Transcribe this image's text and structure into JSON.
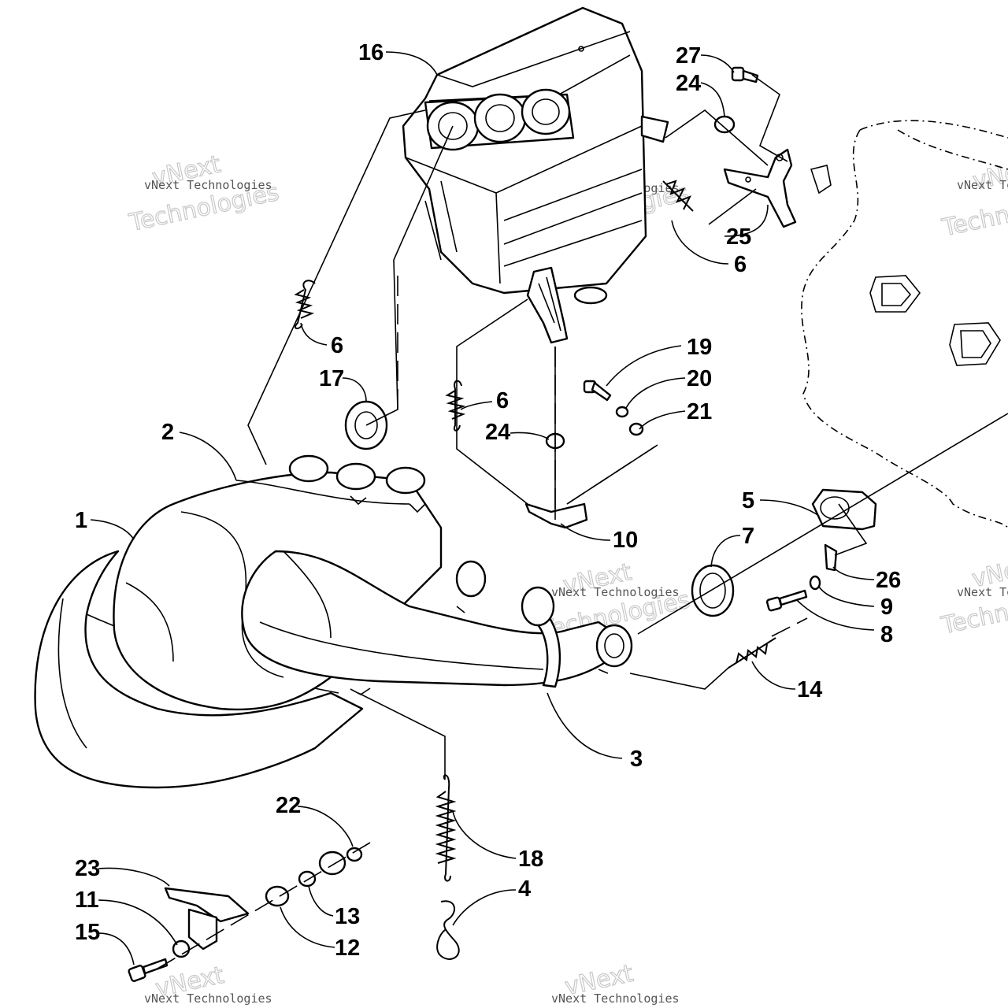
{
  "watermark": {
    "line1": "vNext",
    "line2": "Technologies",
    "small": "vNext Technologies"
  },
  "callouts": [
    {
      "id": "c1",
      "label": "1"
    },
    {
      "id": "c2",
      "label": "2"
    },
    {
      "id": "c3",
      "label": "3"
    },
    {
      "id": "c4",
      "label": "4"
    },
    {
      "id": "c5",
      "label": "5"
    },
    {
      "id": "c6a",
      "label": "6"
    },
    {
      "id": "c6b",
      "label": "6"
    },
    {
      "id": "c6c",
      "label": "6"
    },
    {
      "id": "c7",
      "label": "7"
    },
    {
      "id": "c8",
      "label": "8"
    },
    {
      "id": "c9",
      "label": "9"
    },
    {
      "id": "c10",
      "label": "10"
    },
    {
      "id": "c11",
      "label": "11"
    },
    {
      "id": "c12",
      "label": "12"
    },
    {
      "id": "c13",
      "label": "13"
    },
    {
      "id": "c14",
      "label": "14"
    },
    {
      "id": "c15",
      "label": "15"
    },
    {
      "id": "c16",
      "label": "16"
    },
    {
      "id": "c17",
      "label": "17"
    },
    {
      "id": "c18",
      "label": "18"
    },
    {
      "id": "c19",
      "label": "19"
    },
    {
      "id": "c20",
      "label": "20"
    },
    {
      "id": "c21",
      "label": "21"
    },
    {
      "id": "c22",
      "label": "22"
    },
    {
      "id": "c23",
      "label": "23"
    },
    {
      "id": "c24a",
      "label": "24"
    },
    {
      "id": "c24b",
      "label": "24"
    },
    {
      "id": "c25",
      "label": "25"
    },
    {
      "id": "c26",
      "label": "26"
    },
    {
      "id": "c27",
      "label": "27"
    }
  ]
}
